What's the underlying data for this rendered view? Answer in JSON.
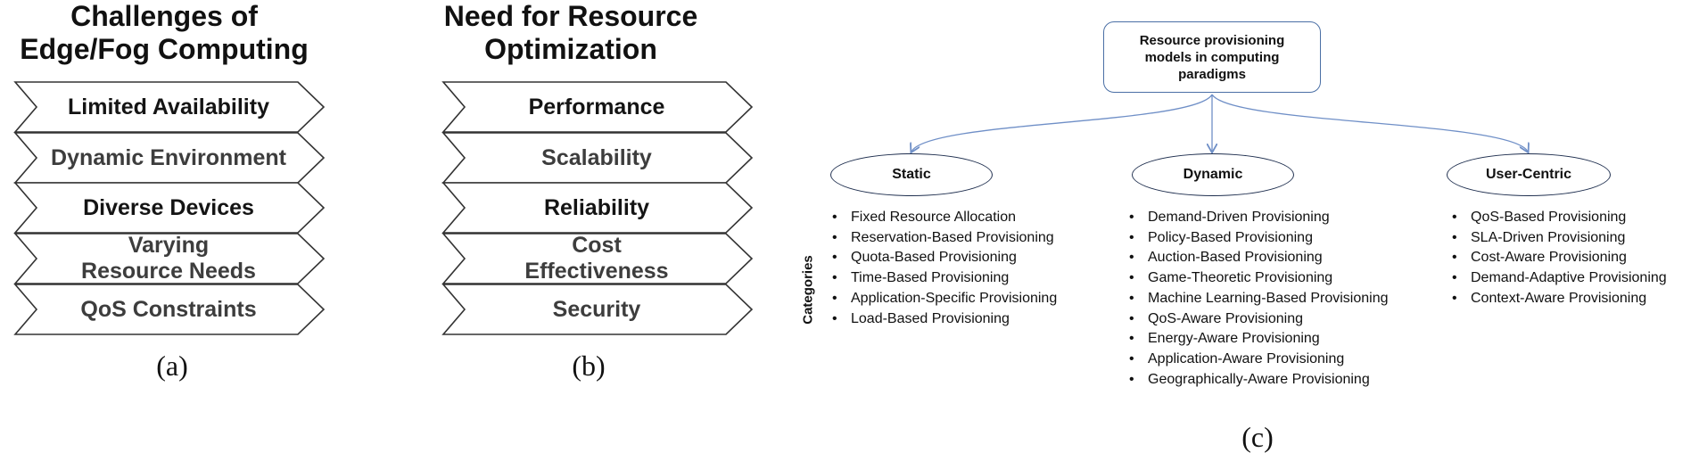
{
  "panel_a": {
    "title_line1": "Challenges of",
    "title_line2": "Edge/Fog Computing",
    "items": [
      {
        "l1": "Limited Availability",
        "l2": ""
      },
      {
        "l1": "Dynamic Environment",
        "l2": ""
      },
      {
        "l1": "Diverse Devices",
        "l2": ""
      },
      {
        "l1": "Varying",
        "l2": "Resource Needs"
      },
      {
        "l1": "QoS Constraints",
        "l2": ""
      }
    ],
    "caption": "(a)"
  },
  "panel_b": {
    "title_line1": "Need for Resource",
    "title_line2": "Optimization",
    "items": [
      {
        "l1": "Performance",
        "l2": ""
      },
      {
        "l1": "Scalability",
        "l2": ""
      },
      {
        "l1": "Reliability",
        "l2": ""
      },
      {
        "l1": "Cost",
        "l2": "Effectiveness"
      },
      {
        "l1": "Security",
        "l2": ""
      }
    ],
    "caption": "(b)"
  },
  "panel_c": {
    "root_line1": "Resource provisioning",
    "root_line2": "models in computing",
    "root_line3": "paradigms",
    "side_label": "Categories",
    "caption": "(c)",
    "categories": [
      {
        "name": "Static",
        "items": [
          "Fixed Resource Allocation",
          "Reservation-Based Provisioning",
          "Quota-Based Provisioning",
          "Time-Based Provisioning",
          "Application-Specific Provisioning",
          "Load-Based Provisioning"
        ]
      },
      {
        "name": "Dynamic",
        "items": [
          "Demand-Driven Provisioning",
          "Policy-Based Provisioning",
          "Auction-Based Provisioning",
          "Game-Theoretic Provisioning",
          "Machine Learning-Based Provisioning",
          "QoS-Aware Provisioning",
          "Energy-Aware Provisioning",
          "Application-Aware Provisioning",
          "Geographically-Aware Provisioning"
        ]
      },
      {
        "name": "User-Centric",
        "items": [
          "QoS-Based Provisioning",
          "SLA-Driven Provisioning",
          "Cost-Aware Provisioning",
          "Demand-Adaptive Provisioning",
          "Context-Aware Provisioning"
        ]
      }
    ]
  },
  "colors": {
    "connector": "#6f8fc7",
    "root_border": "#4a6fa5",
    "node_border": "#1f2f4f"
  }
}
